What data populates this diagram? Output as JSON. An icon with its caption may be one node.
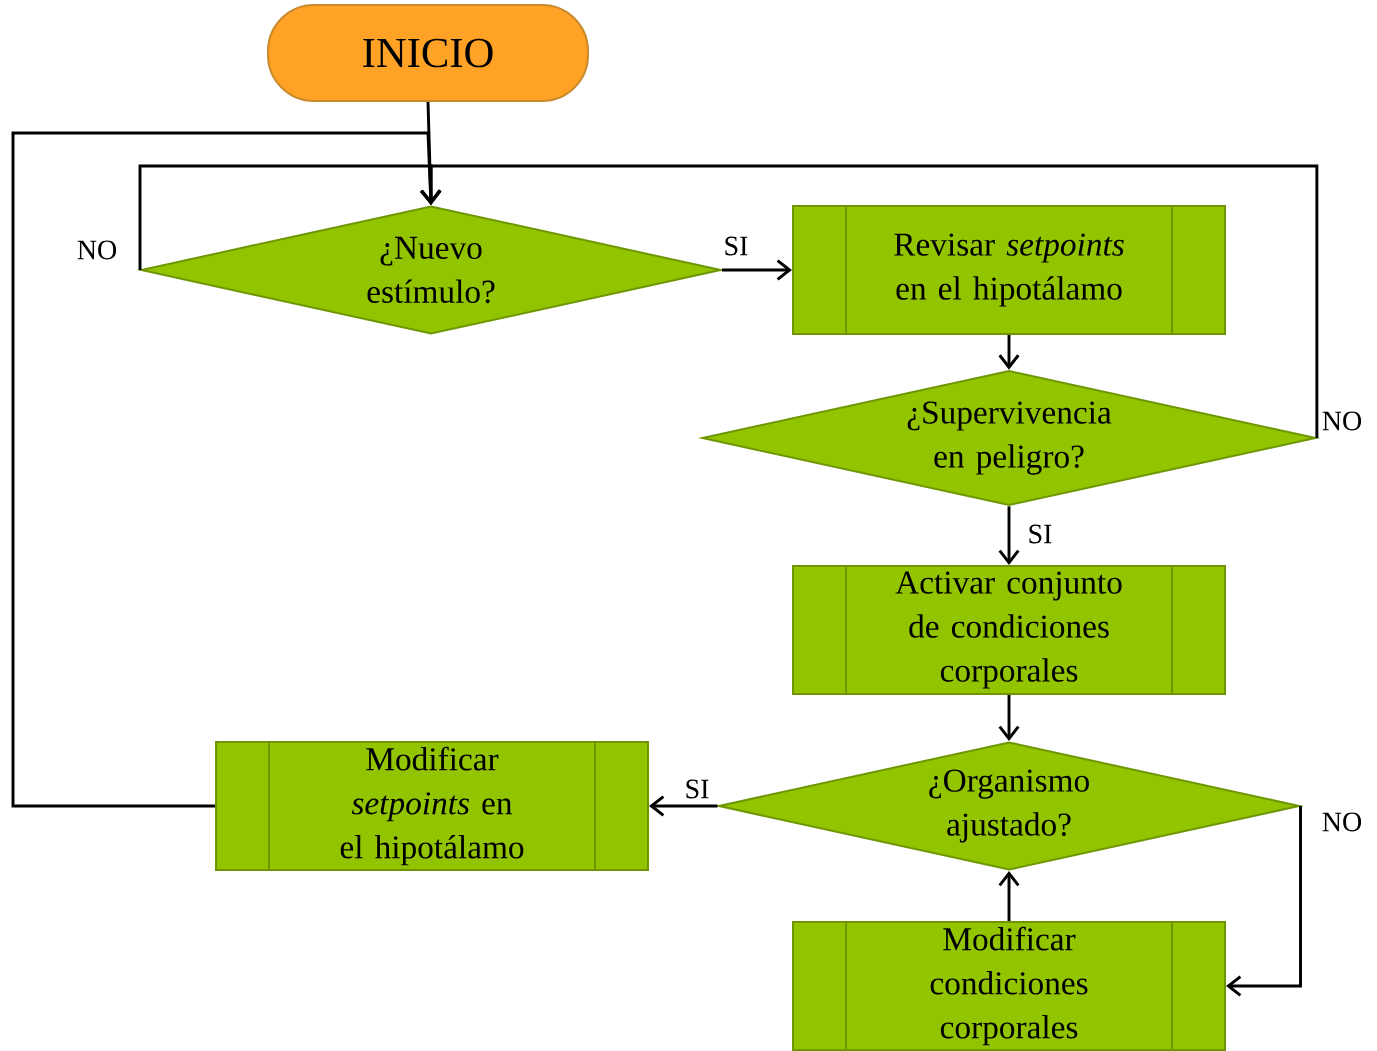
{
  "diagram": {
    "nodes": [
      {
        "text": [
          "INICIO"
        ]
      },
      {
        "text": [
          "¿Nuevo estímulo?"
        ]
      },
      {
        "text": [
          "Revisar *setpoints* en el hipotálamo"
        ]
      },
      {
        "text": [
          "¿Supervivencia en peligro?"
        ]
      },
      {
        "text": [
          "Activar conjunto de condiciones corporales"
        ]
      },
      {
        "text": [
          "¿Organismo ajustado?"
        ]
      },
      {
        "text": [
          "Modificar *setpoints* en el hipotálamo"
        ]
      },
      {
        "text": [
          "Modificar condiciones corporales"
        ]
      }
    ],
    "edges": [
      {
        "from": 0,
        "to": 1,
        "arrow": "to"
      },
      {
        "from": 1,
        "to": 1,
        "arrow": "to",
        "label": "NO"
      },
      {
        "from": 1,
        "to": 2,
        "arrow": "to",
        "label": "SI"
      },
      {
        "from": 2,
        "to": 3,
        "arrow": "to"
      },
      {
        "from": 3,
        "to": 1,
        "arrow": "to",
        "label": "NO"
      },
      {
        "from": 3,
        "to": 4,
        "arrow": "to",
        "label": "SI"
      },
      {
        "from": 4,
        "to": 5,
        "arrow": "to"
      },
      {
        "from": 5,
        "to": 6,
        "arrow": "to",
        "label": "SI"
      },
      {
        "from": 6,
        "to": 1,
        "arrow": "to"
      },
      {
        "from": 5,
        "to": 7,
        "arrow": "to",
        "label": "NO"
      },
      {
        "from": 7,
        "to": 5,
        "arrow": "to"
      }
    ]
  }
}
